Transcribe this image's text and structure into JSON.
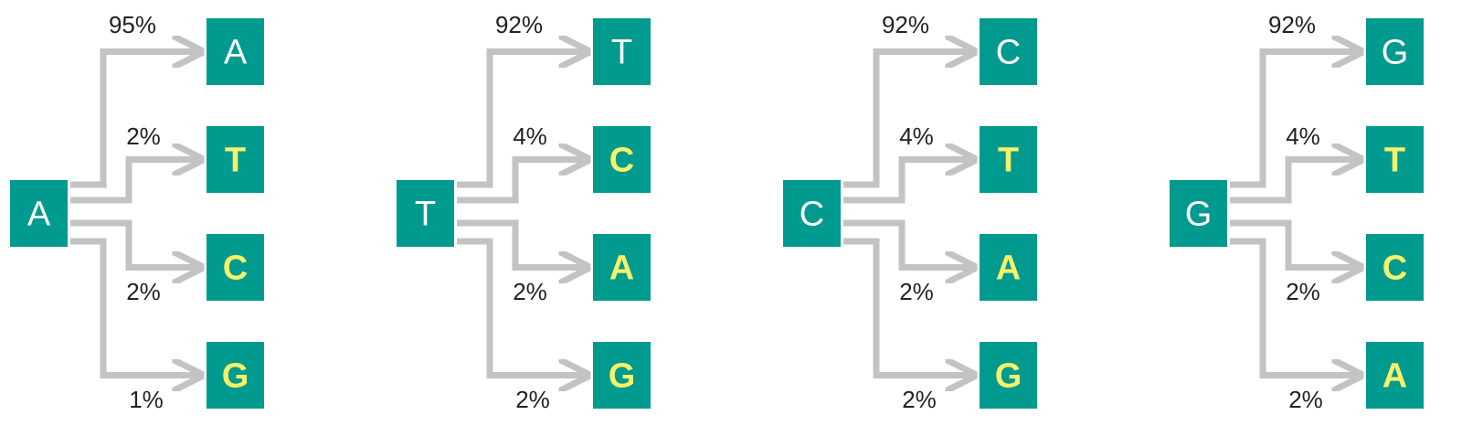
{
  "colors": {
    "box": "#009a8e",
    "mutated_letter": "#f7f16a",
    "same_letter": "#ffffff",
    "arrow": "#c3c3c3",
    "text": "#222222"
  },
  "groups": [
    {
      "source": "A",
      "targets": [
        {
          "base": "A",
          "percent": "95%",
          "value": 95,
          "mutation": false
        },
        {
          "base": "T",
          "percent": "2%",
          "value": 2,
          "mutation": true
        },
        {
          "base": "C",
          "percent": "2%",
          "value": 2,
          "mutation": true
        },
        {
          "base": "G",
          "percent": "1%",
          "value": 1,
          "mutation": true
        }
      ]
    },
    {
      "source": "T",
      "targets": [
        {
          "base": "T",
          "percent": "92%",
          "value": 92,
          "mutation": false
        },
        {
          "base": "C",
          "percent": "4%",
          "value": 4,
          "mutation": true
        },
        {
          "base": "A",
          "percent": "2%",
          "value": 2,
          "mutation": true
        },
        {
          "base": "G",
          "percent": "2%",
          "value": 2,
          "mutation": true
        }
      ]
    },
    {
      "source": "C",
      "targets": [
        {
          "base": "C",
          "percent": "92%",
          "value": 92,
          "mutation": false
        },
        {
          "base": "T",
          "percent": "4%",
          "value": 4,
          "mutation": true
        },
        {
          "base": "A",
          "percent": "2%",
          "value": 2,
          "mutation": true
        },
        {
          "base": "G",
          "percent": "2%",
          "value": 2,
          "mutation": true
        }
      ]
    },
    {
      "source": "G",
      "targets": [
        {
          "base": "G",
          "percent": "92%",
          "value": 92,
          "mutation": false
        },
        {
          "base": "T",
          "percent": "4%",
          "value": 4,
          "mutation": true
        },
        {
          "base": "C",
          "percent": "2%",
          "value": 2,
          "mutation": true
        },
        {
          "base": "A",
          "percent": "2%",
          "value": 2,
          "mutation": true
        }
      ]
    }
  ]
}
